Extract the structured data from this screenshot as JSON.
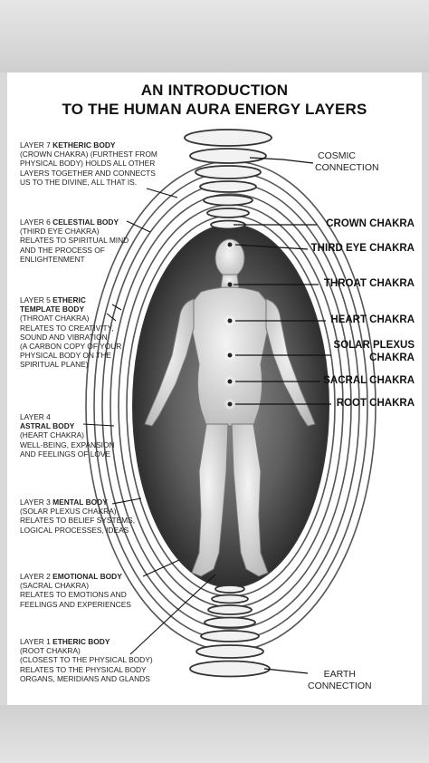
{
  "title": {
    "line1": "AN INTRODUCTION",
    "line2": "TO THE HUMAN AURA ENERGY LAYERS"
  },
  "connections": {
    "cosmic": {
      "line1": "COSMIC",
      "line2": "CONNECTION"
    },
    "earth": {
      "line1": "EARTH",
      "line2": "CONNECTION"
    }
  },
  "chakras": [
    {
      "label": "CROWN CHAKRA"
    },
    {
      "label": "THIRD EYE CHAKRA"
    },
    {
      "label": "THROAT CHAKRA"
    },
    {
      "label": "HEART CHAKRA"
    },
    {
      "label_line1": "SOLAR PLEXUS",
      "label_line2": "CHAKRA"
    },
    {
      "label": "SACRAL CHAKRA"
    },
    {
      "label": "ROOT CHAKRA"
    }
  ],
  "layers": [
    {
      "number": "LAYER 7",
      "name": "KETHERIC BODY",
      "lines": [
        "(CROWN CHAKRA) (FURTHEST FROM",
        "PHYSICAL BODY) HOLDS ALL OTHER",
        "LAYERS TOGETHER AND CONNECTS",
        "US TO THE DIVINE, ALL THAT IS."
      ]
    },
    {
      "number": "LAYER 6",
      "name": "CELESTIAL BODY",
      "lines": [
        "(THIRD EYE CHAKRA)",
        "RELATES TO SPIRITUAL MIND",
        "AND THE PROCESS OF",
        "ENLIGHTENMENT"
      ]
    },
    {
      "number": "LAYER 5",
      "name": "ETHERIC",
      "name2": "TEMPLATE BODY",
      "lines": [
        "(THROAT CHAKRA)",
        "RELATES TO CREATIVITY,",
        "SOUND AND VIBRATION",
        "(A CARBON COPY OF YOUR",
        "PHYSICAL BODY ON THE",
        "SPIRITUAL PLANE)"
      ]
    },
    {
      "number": "LAYER 4",
      "name": "ASTRAL BODY",
      "lines": [
        "(HEART CHAKRA)",
        "WELL-BEING, EXPANSION",
        "AND FEELINGS OF LOVE"
      ]
    },
    {
      "number": "LAYER 3",
      "name": "MENTAL BODY",
      "lines": [
        "(SOLAR PLEXUS CHAKRA)",
        "RELATES TO BELIEF SYSTEMS,",
        "LOGICAL PROCESSES, IDEAS"
      ]
    },
    {
      "number": "LAYER 2",
      "name": "EMOTIONAL BODY",
      "lines": [
        "(SACRAL CHAKRA)",
        "RELATES TO EMOTIONS AND",
        "FEELINGS AND EXPERIENCES"
      ]
    },
    {
      "number": "LAYER 1",
      "name": "ETHERIC BODY",
      "lines": [
        "(ROOT CHAKRA)",
        "(CLOSEST TO THE PHYSICAL BODY)",
        "RELATES TO THE PHYSICAL BODY",
        "ORGANS, MERIDIANS AND GLANDS"
      ]
    }
  ]
}
